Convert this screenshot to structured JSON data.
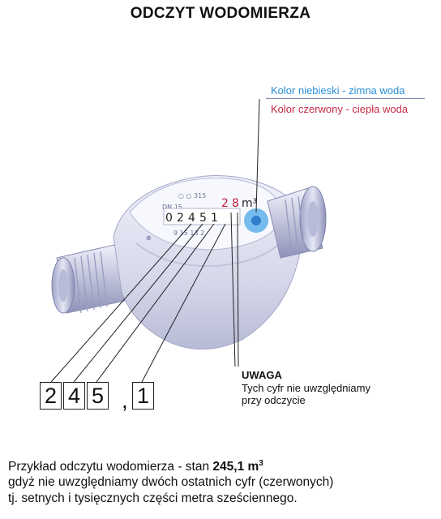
{
  "title": "ODCZYT WODOMIERZA",
  "legend": {
    "blue_label": "Kolor niebieski - zimna woda",
    "red_label": "Kolor czerwony - ciepła woda",
    "blue_color": "#2a8fd8",
    "red_color": "#c62a46"
  },
  "dial": {
    "black_digits": [
      "0",
      "2",
      "4",
      "5",
      "1"
    ],
    "red_digits": [
      "2",
      "8"
    ],
    "unit": "m³"
  },
  "readout": {
    "digits": [
      "2",
      "4",
      "5",
      "1"
    ],
    "separator": ","
  },
  "note": {
    "heading": "UWAGA",
    "line1": "Tych cyfr nie uwzględniamy",
    "line2": "przy odczycie"
  },
  "example": {
    "line1_prefix": "Przykład odczytu wodomierza - stan ",
    "line1_value": "245,1 m",
    "line1_sup": "3",
    "line2": "gdyż nie uwzględniamy dwóch ostatnich cyfr (czerwonych)",
    "line3": "tj. setnych i tysięcznych części metra sześciennego."
  }
}
